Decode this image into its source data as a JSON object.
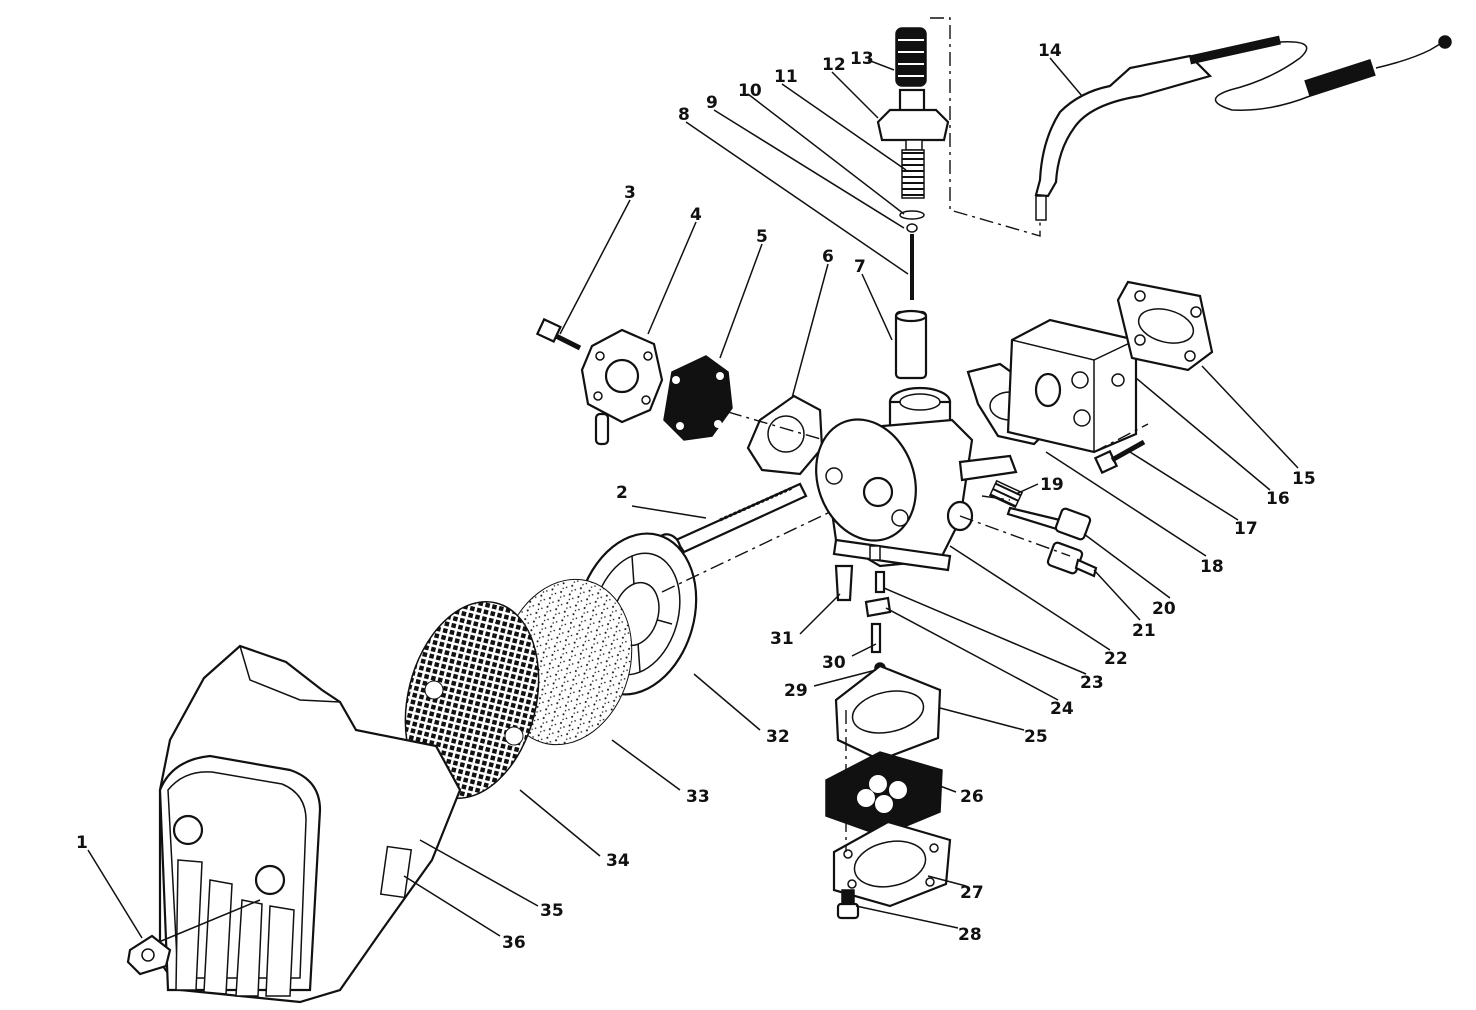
{
  "diagram": {
    "kind": "exploded parts view",
    "callouts": [
      "1",
      "2",
      "3",
      "4",
      "5",
      "6",
      "7",
      "8",
      "9",
      "10",
      "11",
      "12",
      "13",
      "14",
      "15",
      "16",
      "17",
      "18",
      "19",
      "20",
      "21",
      "22",
      "23",
      "24",
      "25",
      "26",
      "27",
      "28",
      "29",
      "30",
      "31",
      "32",
      "33",
      "34",
      "35",
      "36"
    ]
  }
}
